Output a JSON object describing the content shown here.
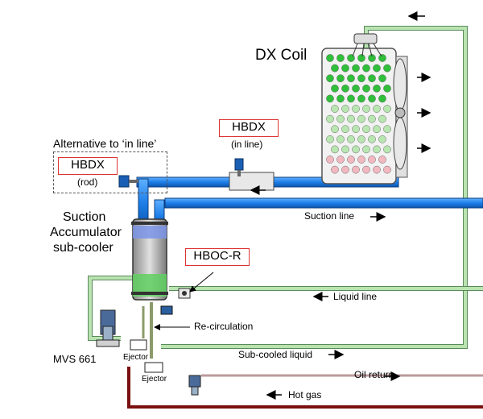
{
  "diagram": {
    "title": "DX Coil",
    "component_labels": {
      "hbdx_inline": "HBDX",
      "hbdx_inline_sub": "(in line)",
      "alternative": "Alternative to ‘in line’",
      "hbdx_rod": "HBDX",
      "hbdx_rod_sub": "(rod)",
      "accumulator": "Suction Accumulator sub-cooler",
      "accumulator_line1": "Suction",
      "accumulator_line2": "Accumulator",
      "accumulator_line3": "sub-cooler",
      "hboc": "HBOC-R",
      "mvs": "MVS 661",
      "ejector1": "Ejector",
      "ejector2": "Ejector"
    },
    "line_labels": {
      "suction": "Suction line",
      "liquid": "Liquid line",
      "recirculation": "Re-circulation",
      "subcooled": "Sub-cooled liquid",
      "oil_return": "Oil return",
      "hot_gas": "Hot gas"
    },
    "colors": {
      "suction_pipe": "#1e7ee8",
      "liquid_pipe": "#a9d9a0",
      "hot_gas_pipe": "#8b1a1a",
      "oil_pipe": "#c9a0a0",
      "coil_green": "#2fbf3a",
      "coil_light": "#b8e6b0",
      "coil_pink": "#f2b8c0",
      "label_box_border": "#d33333"
    }
  }
}
